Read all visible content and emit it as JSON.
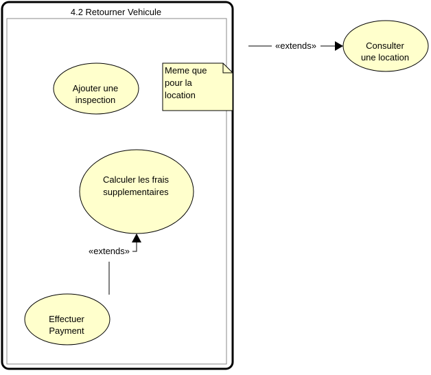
{
  "system": {
    "title": "4.2 Retourner Vehicule"
  },
  "use_cases": {
    "ajouter_inspection": [
      "Ajouter une",
      "inspection"
    ],
    "calculer_frais": [
      "Calculer les frais",
      "supplementaires"
    ],
    "effectuer_payment": [
      "Effectuer",
      "Payment"
    ],
    "consulter_location": [
      "Consulter",
      "une location"
    ]
  },
  "note": {
    "lines": [
      "Meme que",
      "pour la",
      "location"
    ]
  },
  "relations": {
    "extends_payment": "«extends»",
    "extends_consulter": "«extends»"
  },
  "colors": {
    "use_case_fill": "#ffffcc",
    "note_fill": "#ffffcc",
    "stroke": "#000000",
    "inner_border": "#888888"
  }
}
